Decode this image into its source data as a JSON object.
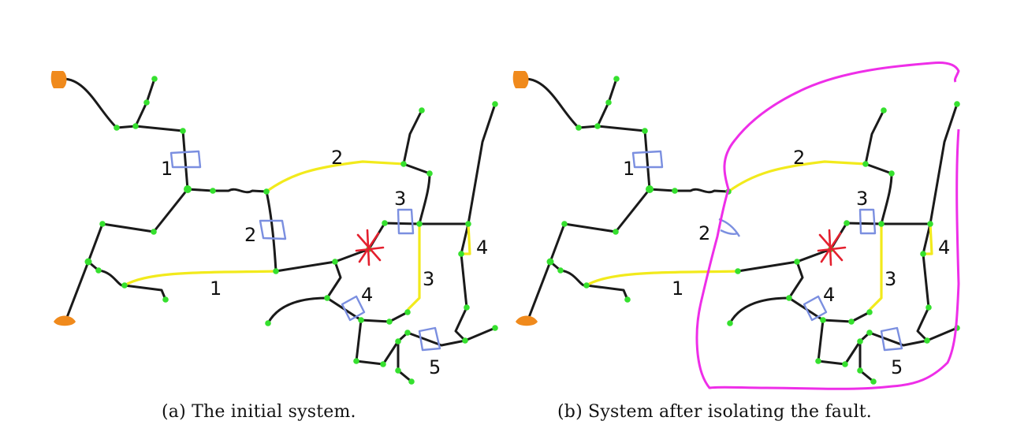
{
  "figure": {
    "panels": [
      {
        "id": "a",
        "caption": "(a) The initial system.",
        "switch_labels": [
          "1",
          "2",
          "3",
          "4",
          "5"
        ],
        "tie_line_labels": [
          "1",
          "2",
          "3",
          "4"
        ],
        "has_fault": true,
        "isolated_region": false
      },
      {
        "id": "b",
        "caption": "(b) System after isolating the fault.",
        "switch_labels": [
          "1",
          "2",
          "3",
          "4",
          "5"
        ],
        "tie_line_labels": [
          "1",
          "2",
          "3",
          "4"
        ],
        "has_fault": true,
        "isolated_region": true
      }
    ],
    "colors": {
      "feeder_line": "#1a1a1a",
      "tie_line": "#f2ea1c",
      "switch": "#7b8fe0",
      "node": "#35e02e",
      "source": "#f08a1c",
      "fault": "#e4202e",
      "isolation_boundary": "#ee2ee8"
    }
  }
}
